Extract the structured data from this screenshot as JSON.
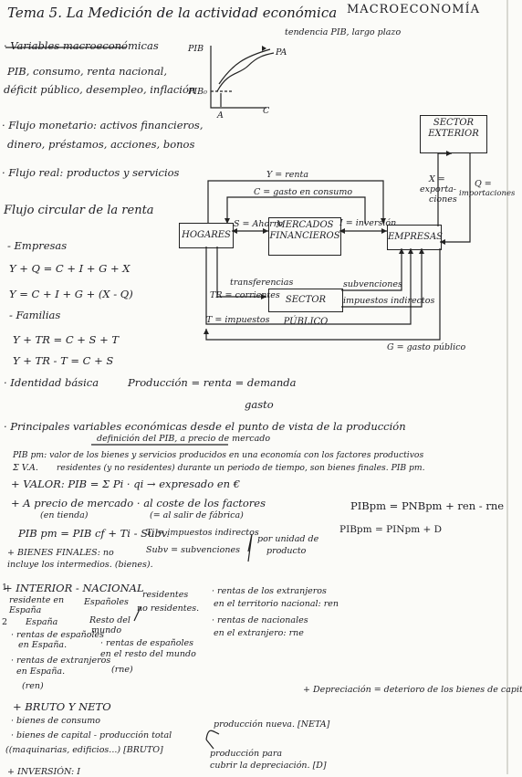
{
  "title": "Tema 5. La Medición de la actividad económica",
  "subject": "MACROECONOMÍA",
  "graph": {
    "y_label": "PIB",
    "y0_label": "PIB₀",
    "trend_label": "tendencia PIB, largo plazo",
    "pa_label": "PA",
    "a_label": "A",
    "c_label": "C"
  },
  "notes": {
    "var_title": "· Variables macroeconómicas",
    "var_line1": "PIB, consumo, renta nacional,",
    "var_line2": "déficit público, desempleo, inflación",
    "flujo_mon_1": "· Flujo monetario: activos financieros,",
    "flujo_mon_2": "dinero, préstamos, acciones, bonos",
    "flujo_real": "· Flujo real: productos y servicios",
    "circular": "Flujo circular de la renta",
    "empresas": "- Empresas",
    "eq1": "Y + Q = C + I + G + X",
    "eq2": "Y = C + I + G + (X - Q)",
    "familias": "- Familias",
    "eq3": "Y + TR = C + S + T",
    "eq4": "Y + TR - T = C + S",
    "identidad": "· Identidad básica",
    "identidad_eq": "Producción = renta = demanda",
    "gasto": "gasto"
  },
  "diagram": {
    "sector_exterior": [
      "SECTOR",
      "EXTERIOR"
    ],
    "hogares": "HOGARES",
    "mercados": [
      "MERCADOS",
      "FINANCIEROS"
    ],
    "empresas": "EMPRESAS",
    "sector_publico": "SECTOR PÚBLICO",
    "y_renta": "Y = renta",
    "c_gasto": "C = gasto en consumo",
    "s_ahorro": "S = Ahorro",
    "i_inversion": "I = inversión",
    "x_export": [
      "X =",
      "exporta-",
      "ciones"
    ],
    "q_import": [
      "Q =",
      "importaciones"
    ],
    "transferencias": [
      "transferencias",
      "TR = corrientes"
    ],
    "subvenciones": "subvenciones",
    "impuestos_ind": "impuestos indirectos",
    "t_impuestos": "T = impuestos",
    "g_gasto": "G = gasto público"
  },
  "lower": {
    "principales": "· Principales variables económicas desde el punto de vista de la producción",
    "definicion": "definición del PIB, a precio de mercado",
    "pibpm1": "PIB pm: valor de los bienes y servicios producidos en una economía con los factores productivos",
    "pibpm2": "residentes (y no residentes) durante un periodo de tiempo, son bienes finales. PIB pm.",
    "zva": "Σ V.A.",
    "valor": "+ VALOR:  PIB = Σ Pi · qi  → expresado en €",
    "precio_mercado": "+ A precio de mercado   ·  al coste de los factores",
    "en_tienda": "(en tienda)",
    "salir_fabrica": "(= al salir de fábrica)",
    "pibpm_eq": "PIB pm = PIB cf + Ti - Subv.",
    "ti_def": "Ti = impuestos indirectos",
    "subv_def": "Subv = subvenciones",
    "por_unidad": [
      "por unidad de",
      "producto"
    ],
    "pnb_eq": "PIBpm = PNBpm + ren - rne",
    "pin_eq": "PIBpm = PINpm + D",
    "bienes_finales": "+ BIENES FINALES: no",
    "incluye": "incluye los intermedios. (bienes).",
    "interior": "+ INTERIOR  -  NACIONAL",
    "residente_en": "residente en",
    "espana1": "España",
    "espanoles": "Españoles",
    "residentes": "residentes",
    "no_residentes": "no residentes.",
    "num1": "1",
    "num2": "2",
    "espana2": "España",
    "resto_mundo": [
      "Resto del",
      "mundo"
    ],
    "rentas_esp_1": "· rentas de españoles",
    "rentas_esp_2": "en España.",
    "rentas_esp_resto_1": "· rentas de españoles",
    "rentas_esp_resto_2": "en el resto del mundo",
    "rentas_ext_1": "· rentas de extranjeros",
    "rentas_ext_2": "en España.",
    "ren": "(ren)",
    "rne": "(rne)",
    "ren_def_1": "· rentas de los extranjeros",
    "ren_def_2": "en el territorio nacional: ren",
    "rne_def_1": "· rentas de nacionales",
    "rne_def_2": "en el extranjero: rne",
    "depreciacion": "+ Depreciación = deterioro de los bienes de capital.",
    "bruto_neto": "+ BRUTO   Y   NETO",
    "bienes_consumo": "· bienes de consumo",
    "bienes_capital": "· bienes de capital - producción total",
    "maquinarias": "((maquinarias, edificios...) [BRUTO]",
    "prod_nueva": "producción nueva. [NETA]",
    "prod_para_1": "producción para",
    "prod_para_2": "cubrir la depreciación. [D]",
    "inversion_cut": "+ INVERSIÓN: I"
  }
}
